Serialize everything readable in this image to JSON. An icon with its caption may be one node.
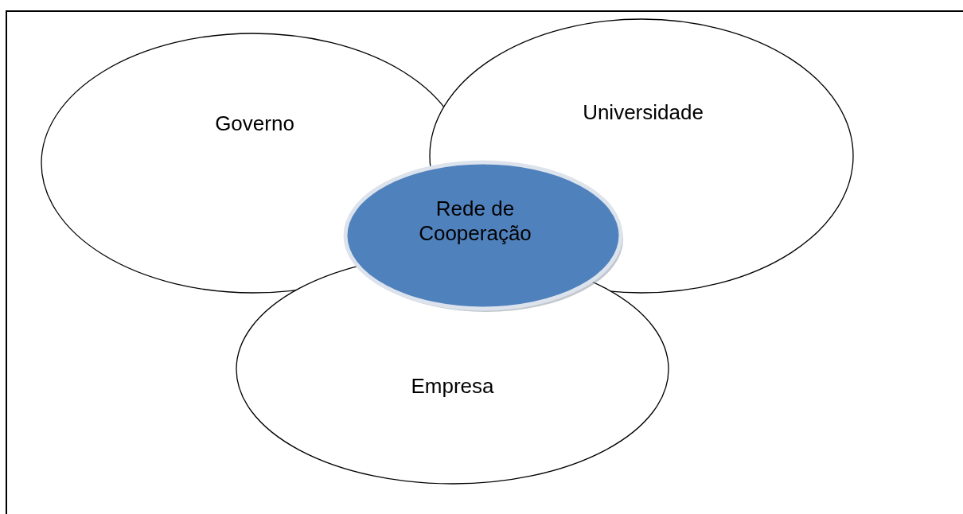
{
  "diagram": {
    "nodes": [
      {
        "text": [
          "Governo"
        ]
      },
      {
        "text": [
          "Universidade"
        ]
      },
      {
        "text": [
          "Rede de Cooperação"
        ]
      },
      {
        "text": [
          "Empresa"
        ]
      }
    ]
  }
}
